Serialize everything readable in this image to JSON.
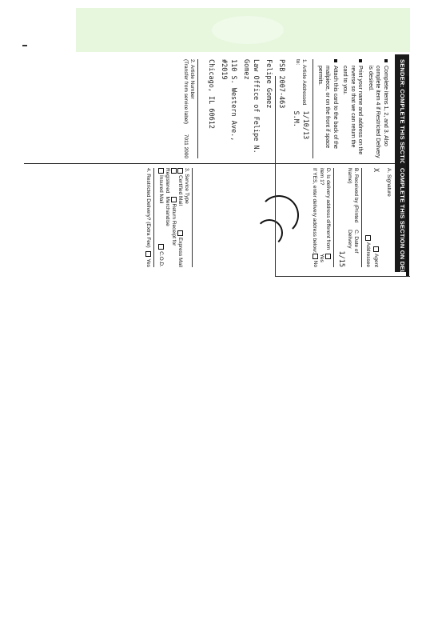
{
  "sender": {
    "header": "SENDER: COMPLETE THIS SECTION",
    "instructions": [
      "Complete items 1, 2, and 3. Also complete item 4 if Restricted Delivery is desired.",
      "Print your name and address on the reverse so that we can return the card to you.",
      "Attach this card to the back of the mailpiece, or on the front if space permits."
    ],
    "article_label": "1. Article Addressed to:",
    "handwritten_date": "1/10/13 S.M.",
    "address_lines": [
      "PSB 2007-463",
      "Felipe Gomez",
      "Law Office of Felipe N. Gomez",
      "110 S. Western Ave., #2019",
      "Chicago, IL 60612"
    ],
    "article_number_label": "2. Article Number",
    "transfer_label": "(Transfer from service label)",
    "form_code": "7011 2000"
  },
  "delivery": {
    "header": "COMPLETE THIS SECTION ON DELIVERY",
    "signature_label": "A. Signature",
    "agent_label": "Agent",
    "addressee_label": "Addressee",
    "signature_x": "X",
    "received_by_label": "B. Received by (Printed Name)",
    "date_label": "C. Date of Delivery",
    "handwritten_date": "1/15",
    "address_different_label": "D. Is delivery address different from item 1?",
    "yes_label": "Yes",
    "enter_address_label": "If YES, enter delivery address below:",
    "no_label": "No",
    "service_type_label": "3. Service Type",
    "certified_label": "Certified Mail",
    "express_label": "Express Mail",
    "registered_label": "Registered",
    "return_receipt_label": "Return Receipt for Merchandise",
    "insured_label": "Insured Mail",
    "cod_label": "C.O.D.",
    "restricted_label": "4. Restricted Delivery? (Extra Fee)",
    "restricted_yes": "Yes"
  }
}
